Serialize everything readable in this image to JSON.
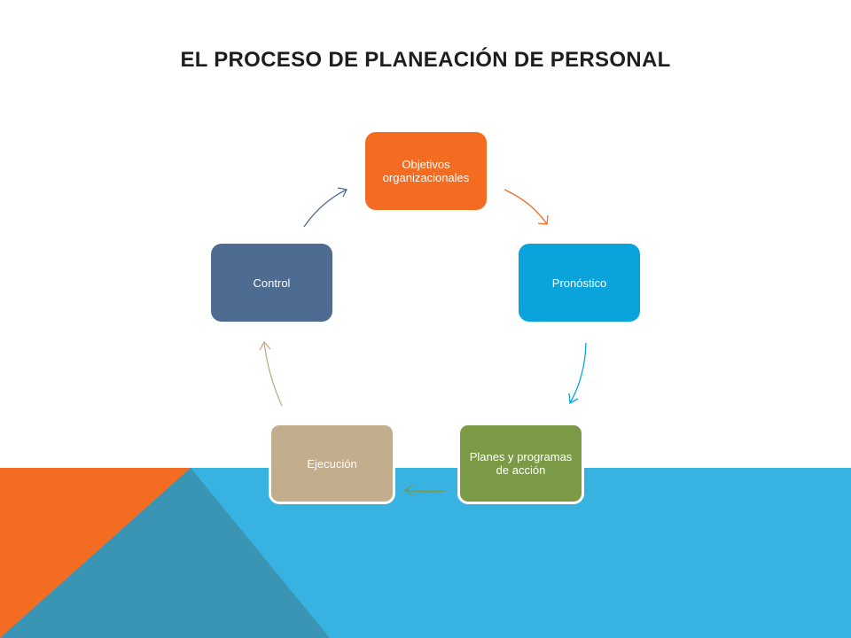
{
  "slide": {
    "title": "EL PROCESO DE PLANEACIÓN DE PERSONAL"
  },
  "cycle": {
    "nodes": [
      {
        "label": "Objetivos organizacionales",
        "color": "#f36c21"
      },
      {
        "label": "Pronóstico",
        "color": "#0aa3dc"
      },
      {
        "label": "Planes y programas de acción",
        "color": "#7b9a46"
      },
      {
        "label": "Ejecución",
        "color": "#c2ad8c"
      },
      {
        "label": "Control",
        "color": "#4e6b92"
      }
    ],
    "arrow_colors": [
      "#f36c21",
      "#0aa3dc",
      "#7b9a46",
      "#c2ad8c",
      "#4e6b92"
    ]
  },
  "theme": {
    "orange": "#f36c21",
    "light_blue": "#38b2e1",
    "steel_blue": "#3a95b5"
  }
}
